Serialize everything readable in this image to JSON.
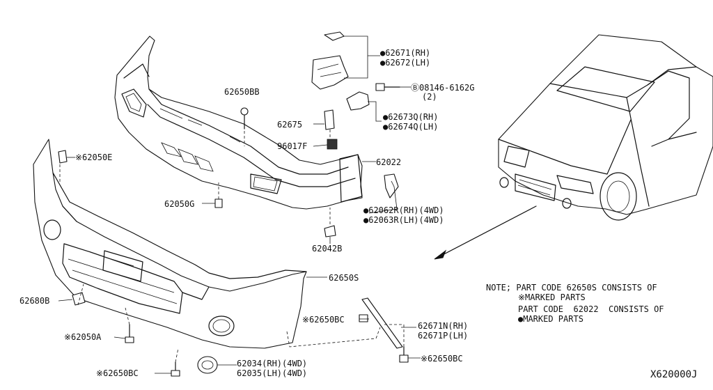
{
  "labels": {
    "p62671": "●62671(RH)",
    "p62672": "●62672(LH)",
    "p08146": "Ⓑ08146-6162G",
    "p08146_qty": "(2)",
    "p62650BB": "62650BB",
    "p62673Q": "●62673Q(RH)",
    "p62674Q": "●62674Q(LH)",
    "p62675": "62675",
    "p96017F": "96017F",
    "p62022": "62022",
    "p62050E": "※62050E",
    "p62050G": "62050G",
    "p62062R": "●62062R(RH)(4WD)",
    "p62063R": "●62063R(LH)(4WD)",
    "p62042B": "62042B",
    "p62650S": "62650S",
    "p62680B": "62680B",
    "p62050A": "※62050A",
    "p62650BC_left": "※62650BC",
    "p62650BC_mid": "※62650BC",
    "p62650BC_right": "※62650BC",
    "p62671N": "62671N(RH)",
    "p62671P": "62671P(LH)",
    "p62034": "62034(RH)(4WD)",
    "p62035": "62035(LH)(4WD)"
  },
  "note": {
    "line1": "NOTE; PART CODE 62650S CONSISTS OF",
    "line2": "※MARKED PARTS",
    "line3": "PART CODE  62022  CONSISTS OF",
    "line4": "●MARKED PARTS"
  },
  "drawing_code": "X620000J"
}
